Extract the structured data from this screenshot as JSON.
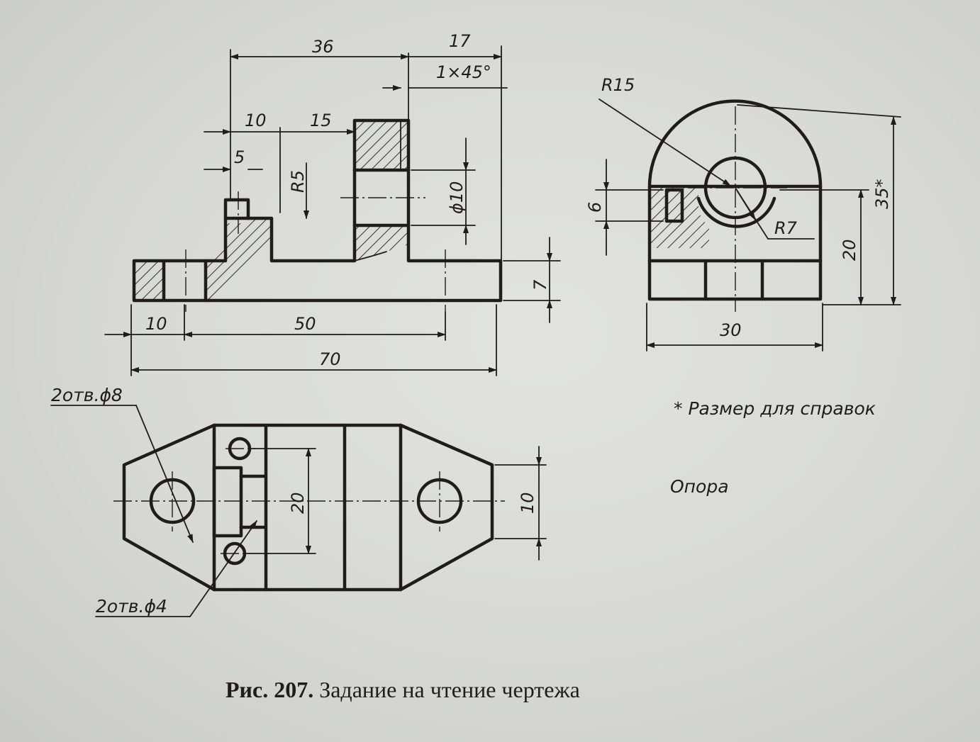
{
  "dimensions": {
    "d36": "36",
    "d17": "17",
    "chamfer": "1×45°",
    "d10_top": "10",
    "d15": "15",
    "d5": "5",
    "r5": "R5",
    "phi10": "ϕ10",
    "d7": "7",
    "d10_bottom": "10",
    "d50": "50",
    "d70": "70",
    "r15": "R15",
    "r7": "R7",
    "d6": "6",
    "d20_side": "20",
    "d35": "35*",
    "d30": "30",
    "d20_plan": "20",
    "d10_plan": "10"
  },
  "notes": {
    "holes_8": "2отв.ϕ8",
    "holes_4": "2отв.ϕ4",
    "reference": "* Размер для справок",
    "part_name": "Опора"
  },
  "caption": {
    "label": "Рис. 207.",
    "text": "Задание на чтение чертежа"
  },
  "colors": {
    "ink": "#1f1d1b",
    "paper": "#d8d9d5"
  }
}
